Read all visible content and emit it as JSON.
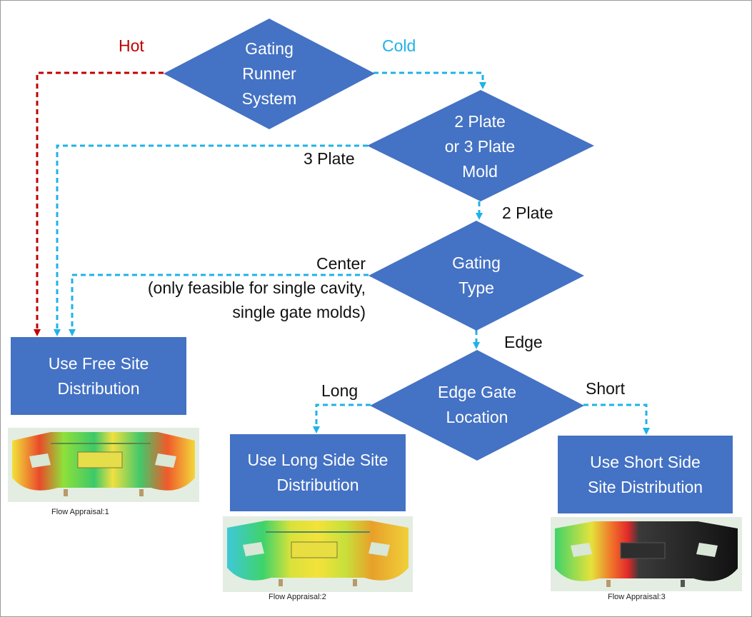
{
  "colors": {
    "node_fill": "#4472c4",
    "hot_line": "#c00000",
    "cold_line": "#1fb2e8",
    "hot_text": "#c00000",
    "cold_text": "#1fb2e8"
  },
  "decisions": {
    "runner": [
      "Gating",
      "Runner",
      "System"
    ],
    "plate": [
      "2 Plate",
      "or 3 Plate",
      "Mold"
    ],
    "gating_type": [
      "Gating",
      "Type"
    ],
    "edge_location": [
      "Edge Gate",
      "Location"
    ]
  },
  "outcomes": {
    "free": [
      "Use Free Site",
      "Distribution"
    ],
    "long": [
      "Use Long Side Site",
      "Distribution"
    ],
    "short": [
      "Use Short Side",
      "Site Distribution"
    ]
  },
  "edge_labels": {
    "hot": "Hot",
    "cold": "Cold",
    "three_plate": "3 Plate",
    "two_plate": "2 Plate",
    "center": [
      "Center",
      "(only feasible for single cavity,",
      "single gate molds)"
    ],
    "edge": "Edge",
    "long": "Long",
    "short": "Short"
  },
  "captions": {
    "free": "Flow Appraisal:1",
    "long": "Flow Appraisal:2",
    "short": "Flow Appraisal:3"
  },
  "thumbnails": {
    "free": "bumper-heatmap-image",
    "long": "bumper-heatmap-image",
    "short": "bumper-heatmap-image-partial"
  }
}
